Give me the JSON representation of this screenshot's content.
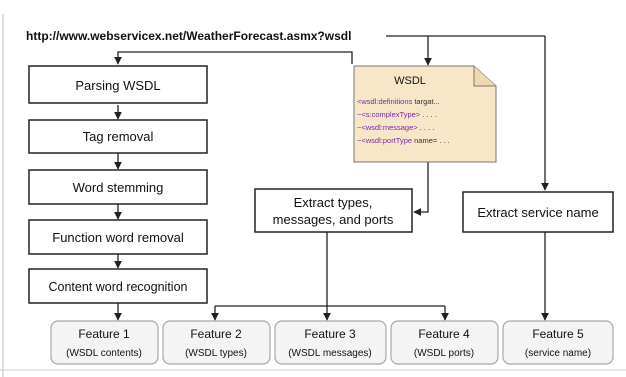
{
  "url": "http://www.webservicex.net/WeatherForecast.asmx?wsdl",
  "steps": [
    "Parsing WSDL",
    "Tag removal",
    "Word stemming",
    "Function word removal",
    "Content word recognition"
  ],
  "wsdl_doc": {
    "title": "WSDL",
    "lines": [
      {
        "tag": "<wsdl:definitions",
        "rest": " targat..."
      },
      {
        "tag": "~<s:complexType>",
        "rest": " . . . ."
      },
      {
        "tag": "~<wsdl:message>",
        "rest": " . . . ."
      },
      {
        "tag": "~<wsdl:portType",
        "rest": " name= . . ."
      }
    ]
  },
  "extract_types": [
    "Extract types,",
    "messages, and ports"
  ],
  "extract_service": "Extract service name",
  "features": [
    {
      "title": "Feature 1",
      "subtitle": "(WSDL contents)"
    },
    {
      "title": "Feature 2",
      "subtitle": "(WSDL types)"
    },
    {
      "title": "Feature 3",
      "subtitle": "(WSDL messages)"
    },
    {
      "title": "Feature 4",
      "subtitle": "(WSDL ports)"
    },
    {
      "title": "Feature 5",
      "subtitle": "(service name)"
    }
  ],
  "colors": {
    "line": "#222222",
    "doc_fill": "#f7e6c8",
    "doc_tag": "#7a2aa6",
    "feature_fill": "#f4f4f4",
    "feature_stroke": "#a8a8a8",
    "page_border": "#bbbbbb"
  }
}
